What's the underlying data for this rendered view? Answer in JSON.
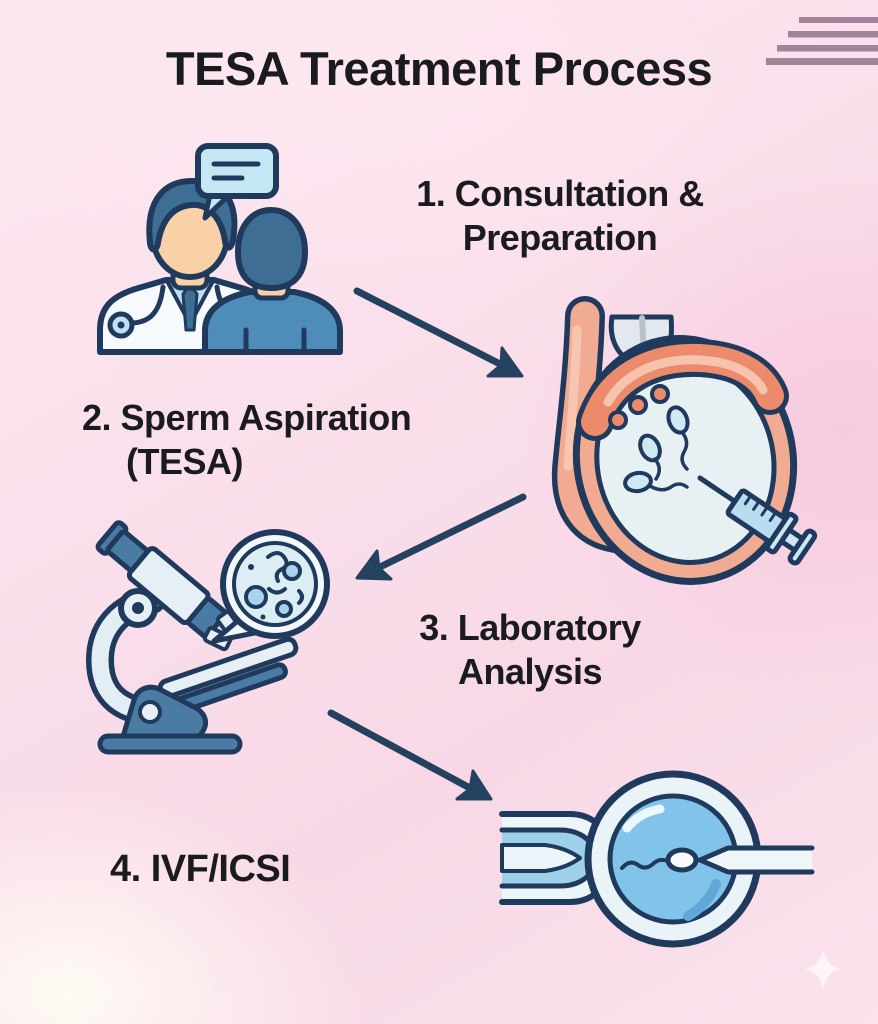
{
  "title": "TESA Treatment Process",
  "steps": [
    {
      "line1": "1. Consultation &",
      "line2": "Preparation",
      "icon": "doctor-patient-consultation-icon"
    },
    {
      "line1": "2. Sperm Aspiration",
      "line2": "(TESA)",
      "icon": "testicle-needle-aspiration-icon"
    },
    {
      "line1": "3. Laboratory",
      "line2": "Analysis",
      "icon": "microscope-petri-dish-icon"
    },
    {
      "line1": "4. IVF/ICSI",
      "line2": "",
      "icon": "egg-icsi-injection-icon"
    }
  ],
  "decorations": {
    "top_right_stripes_count": 4,
    "bottom_right_sparkle": "four-point-star"
  },
  "colors": {
    "background_pink": "#fadfeb",
    "background_light": "#fdf3ed",
    "outline_navy": "#1f3a5c",
    "arrow_navy": "#24425f",
    "text_dark": "#1a1b1e",
    "stripe_mauve": "#a3839a",
    "blue_medium": "#4e8cba",
    "blue_steel": "#3f6e94",
    "blue_light": "#c5e7f4",
    "blue_pale": "#e9f3f8",
    "egg_blue": "#82c4e9",
    "skin_tone": "#f8d2a6",
    "salmon": "#f0ab92",
    "salmon_dark": "#ec8a6c",
    "sparkle_white": "#fff8fc"
  }
}
